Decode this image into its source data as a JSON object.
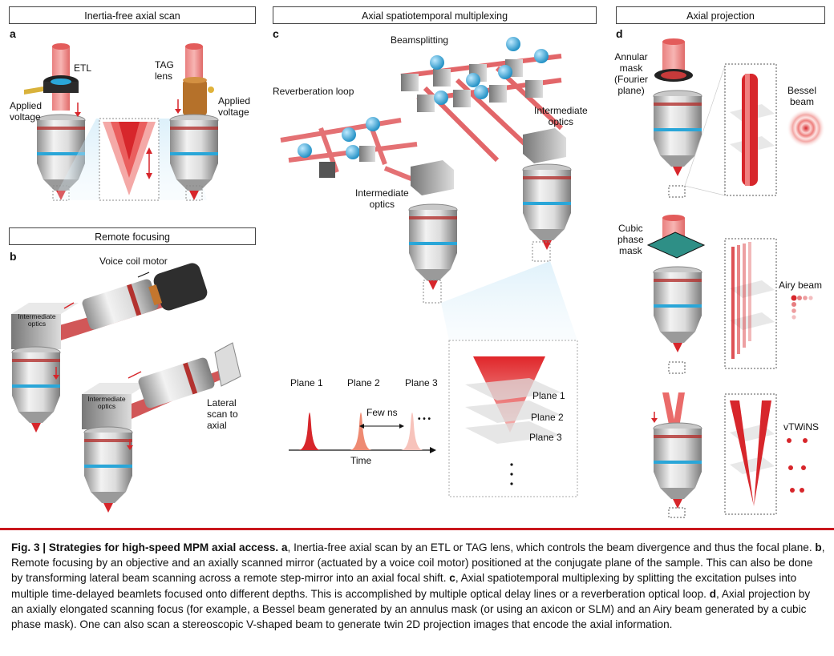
{
  "panels": {
    "a": {
      "letter": "a",
      "header": "Inertia-free axial scan",
      "etl": "ETL",
      "applied_voltage_1": "Applied\nvoltage",
      "tag_lens": "TAG\nlens",
      "applied_voltage_2": "Applied\nvoltage"
    },
    "b": {
      "letter": "b",
      "header": "Remote focusing",
      "voice_coil": "Voice coil motor",
      "intermediate_1": "Intermediate\noptics",
      "intermediate_2": "Intermediate\noptics",
      "lateral": "Lateral\nscan to\naxial"
    },
    "c": {
      "letter": "c",
      "header": "Axial spatiotemporal multiplexing",
      "beamsplitting": "Beamsplitting",
      "reverberation": "Reverberation loop",
      "intermediate_1": "Intermediate\noptics",
      "intermediate_2": "Intermediate\noptics",
      "plane1": "Plane 1",
      "plane2": "Plane 2",
      "plane3": "Plane 3",
      "few_ns": "Few ns",
      "time": "Time",
      "ellipsis": "• • •",
      "stack_plane1": "Plane 1",
      "stack_plane2": "Plane 2",
      "stack_plane3": "Plane 3"
    },
    "d": {
      "letter": "d",
      "header": "Axial projection",
      "annular": "Annular\nmask\n(Fourier\nplane)",
      "bessel": "Bessel\nbeam",
      "cubic": "Cubic\nphase\nmask",
      "airy": "Airy beam",
      "vtwins": "vTWiNS"
    }
  },
  "caption": {
    "fig": "Fig. 3 | Strategies for high-speed MPM axial access.",
    "a_letter": "a",
    "a_text": ", Inertia-free axial scan by an ETL or TAG lens, which controls the beam divergence and thus the focal plane. ",
    "b_letter": "b",
    "b_text": ", Remote focusing by an objective and an axially scanned mirror (actuated by a voice coil motor) positioned at the conjugate plane of the sample. This can also be done by transforming lateral beam scanning across a remote step-mirror into an axial focal shift. ",
    "c_letter": "c",
    "c_text": ", Axial spatiotemporal multiplexing by splitting the excitation pulses into multiple time-delayed beamlets focused onto different depths. This is accomplished by multiple optical delay lines or a reverberation optical loop. ",
    "d_letter": "d",
    "d_text": ", Axial projection by an axially elongated scanning focus (for example, a Bessel beam generated by an annulus mask (or using an axicon or SLM) and an Airy beam generated by a cubic phase mask). One can also scan a stereoscopic V-shaped beam to generate twin 2D projection images that encode the axial information."
  },
  "colors": {
    "beam": "#d7262b",
    "accent_blue": "#2aa6d8",
    "caption_rule": "#c9161d"
  }
}
